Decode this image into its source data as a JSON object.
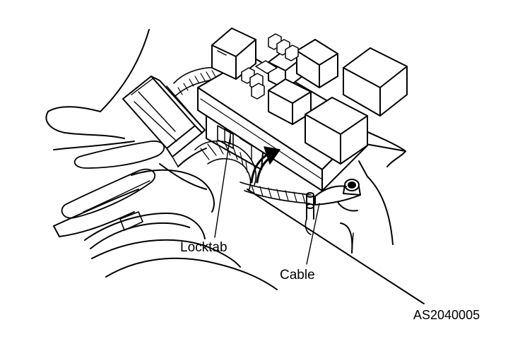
{
  "labels": {
    "locktab": "Locktab",
    "cable": "Cable",
    "figure_id": "AS2040005"
  },
  "colors": {
    "line": "#000000",
    "paper": "#ffffff",
    "shade": "#d9d9d9"
  }
}
